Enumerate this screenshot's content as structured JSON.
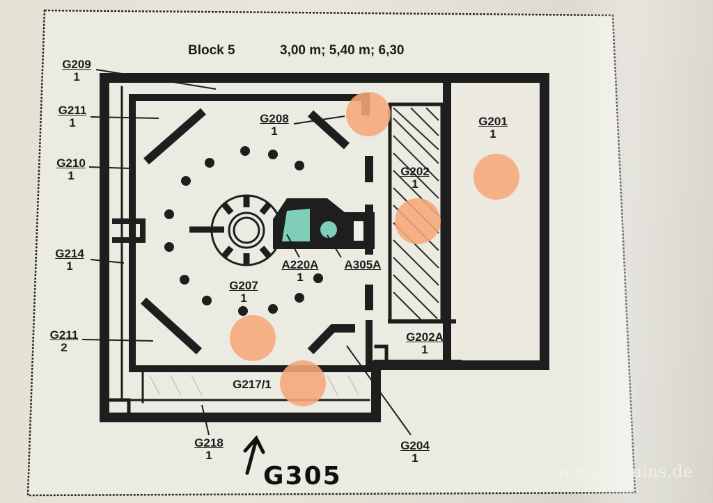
{
  "header": {
    "title": "Block 5",
    "levels": "3,00 m;  5,40 m;  6,30"
  },
  "rooms": [
    {
      "code": "G209",
      "num": "1"
    },
    {
      "code": "G211",
      "num": "1"
    },
    {
      "code": "G210",
      "num": "1"
    },
    {
      "code": "G214",
      "num": "1"
    },
    {
      "code": "G211",
      "num": "2"
    },
    {
      "code": "G208",
      "num": "1"
    },
    {
      "code": "G201",
      "num": "1"
    },
    {
      "code": "G202",
      "num": "1"
    },
    {
      "code": "A220A",
      "num": "1"
    },
    {
      "code": "A305A",
      "num": ""
    },
    {
      "code": "G207",
      "num": "1"
    },
    {
      "code": "G202A",
      "num": "1"
    },
    {
      "code": "G217/1",
      "num": ""
    },
    {
      "code": "G218",
      "num": "1"
    },
    {
      "code": "G204",
      "num": "1"
    }
  ],
  "handwritten": {
    "text": "G305"
  },
  "watermark": {
    "text": "© modernruins.de"
  },
  "colors": {
    "ink": "#1c1c1c",
    "marker": "#f6a878",
    "mint": "#7fcfb8",
    "paper": "#e6e3d7"
  }
}
